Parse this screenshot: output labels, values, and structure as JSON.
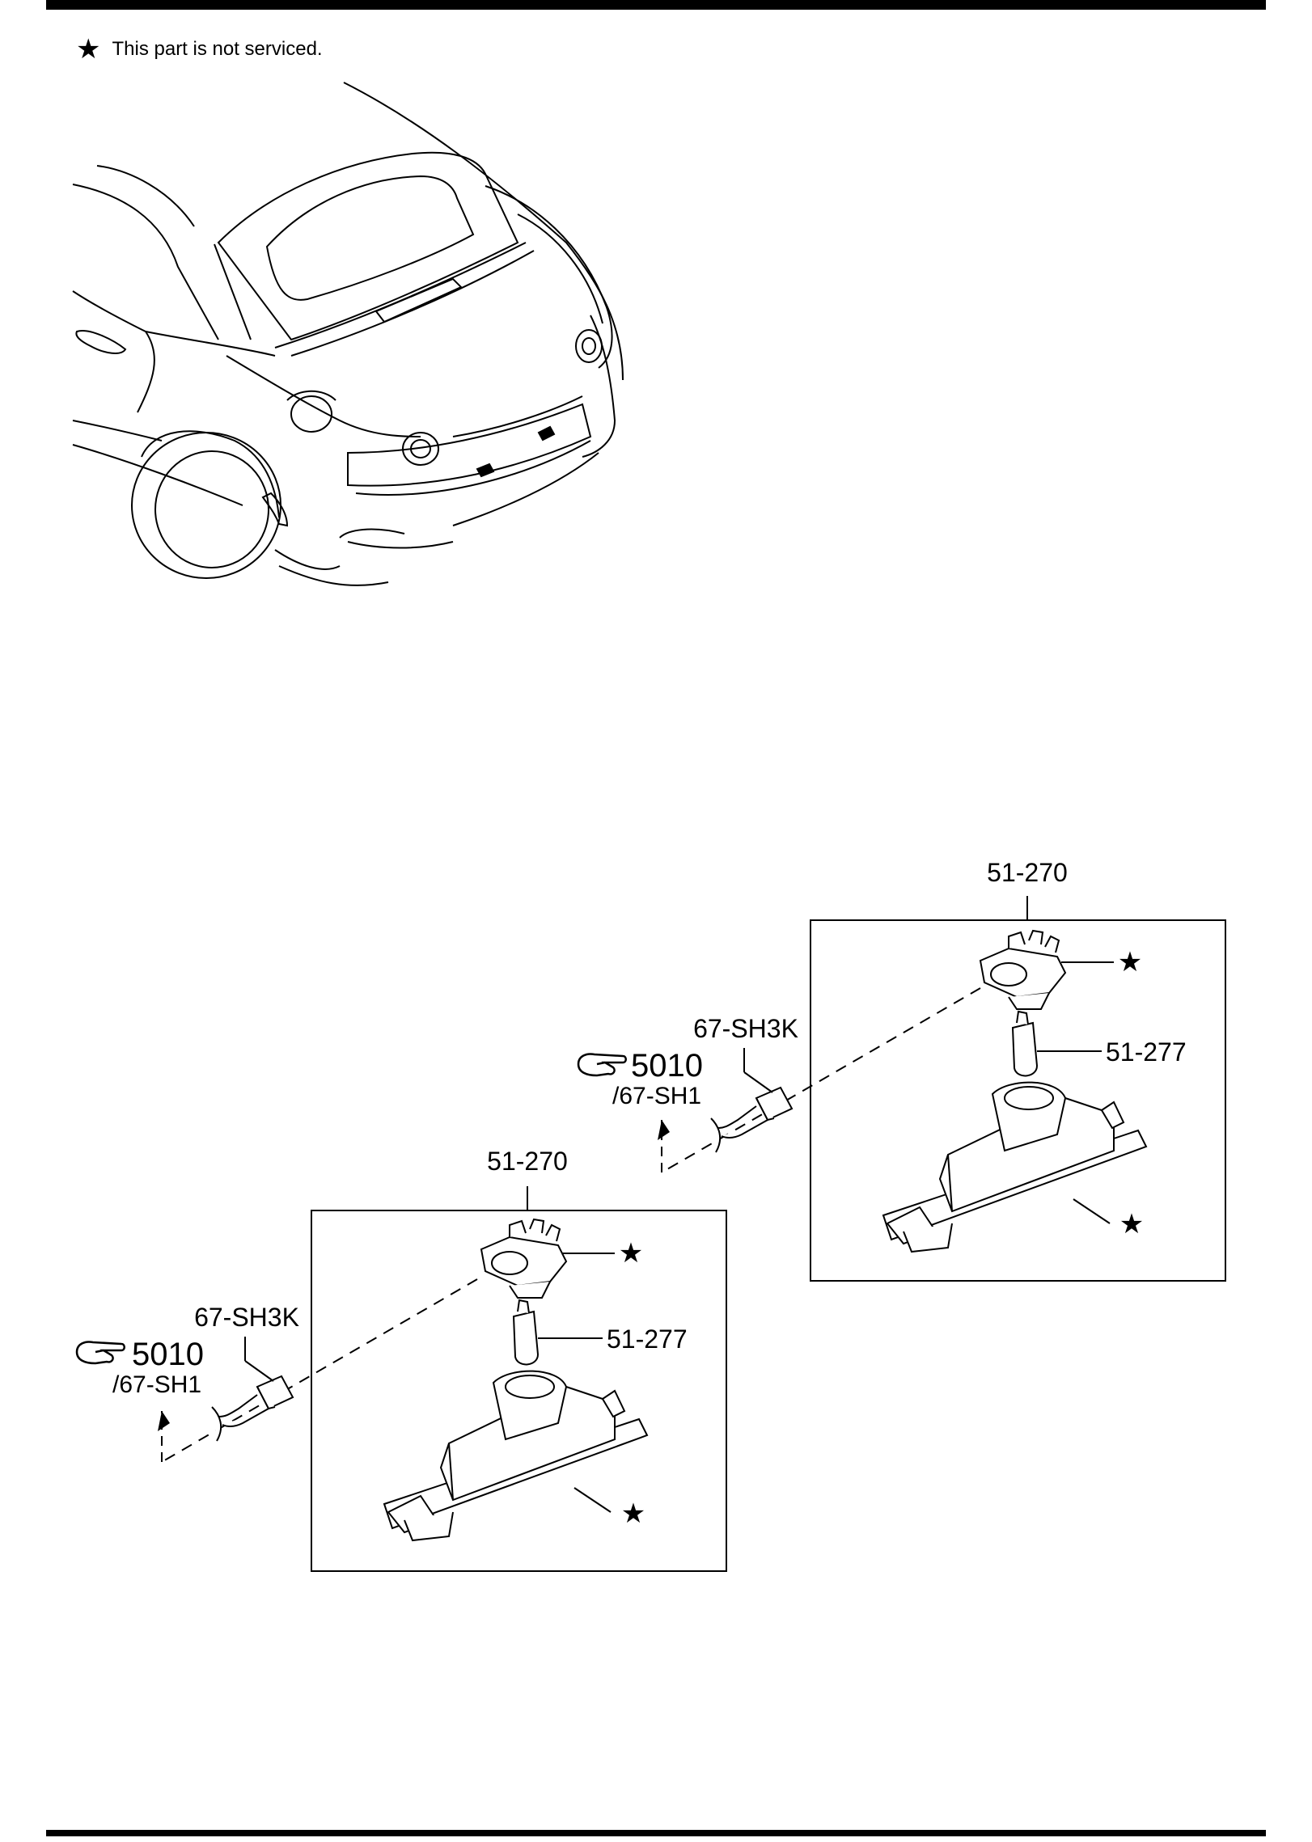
{
  "legend": {
    "icon": "star-icon",
    "text": "This part is not serviced."
  },
  "assemblies": [
    {
      "part_number": "51-270",
      "socket_mark": "★",
      "bulb_number": "51-277",
      "housing_mark": "★",
      "connector_number": "67-SH3K",
      "reference_icon": "pointing-hand-icon",
      "reference_number": "5010",
      "reference_sheet": "/67-SH1"
    },
    {
      "part_number": "51-270",
      "socket_mark": "★",
      "bulb_number": "51-277",
      "housing_mark": "★",
      "connector_number": "67-SH3K",
      "reference_icon": "pointing-hand-icon",
      "reference_number": "5010",
      "reference_sheet": "/67-SH1"
    }
  ]
}
